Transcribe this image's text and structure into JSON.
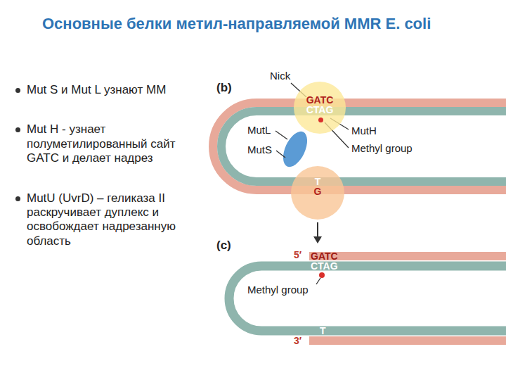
{
  "diagram": {
    "title": "Основные белки метил-направляемой MMR E. coli",
    "nodes": [
      {
        "text": [
          "GATC",
          "CTAG"
        ]
      },
      {
        "text": [
          "T",
          "G"
        ]
      }
    ],
    "labels": [
      "Mut S и Mut L узнают ММ",
      "Mut H - узнает полуметилированный сайт GATC и делает надрез",
      "MutU (UvrD) – геликаза II раскручивает дуплекс и освобождает надрезанную область",
      "(b)",
      "Nick",
      "MutL",
      "MutS",
      "MutH",
      "Methyl group",
      "(c)",
      "5′",
      "GATC",
      "CTAG",
      "Methyl group",
      "T",
      "3′"
    ]
  }
}
